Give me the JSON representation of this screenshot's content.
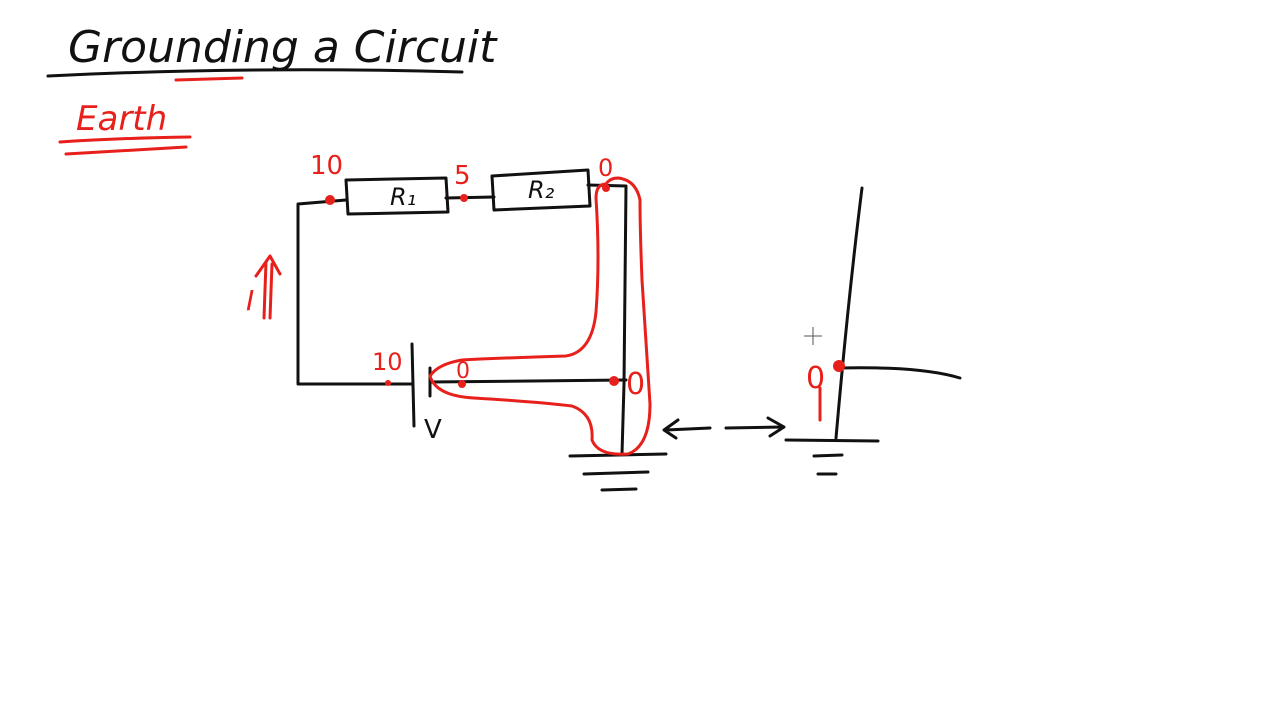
{
  "title": "Grounding a Circuit",
  "subtitle": "Earth",
  "resistors": {
    "r1": "R₁",
    "r2": "R₂"
  },
  "node_labels": {
    "top_left": "10",
    "middle": "5",
    "top_right": "0",
    "battery_positive": "10",
    "battery_negative": "0",
    "ground_node": "0",
    "ground_symbol_node": "0"
  },
  "current_label": "I",
  "battery_label": "V",
  "colors": {
    "ink": "#111111",
    "highlight": "#e8201c",
    "background": "#ffffff"
  }
}
